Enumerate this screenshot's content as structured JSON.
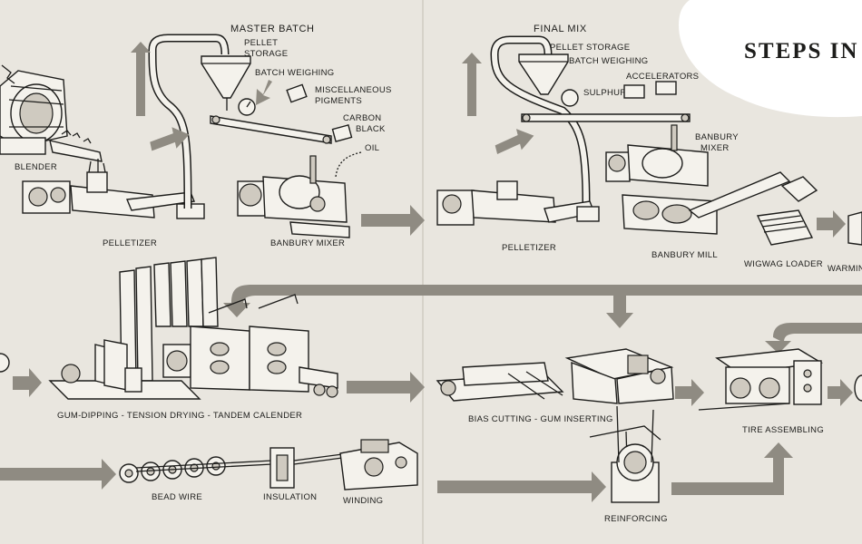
{
  "title": "STEPS IN",
  "sections": {
    "master_batch": "MASTER BATCH",
    "final_mix": "FINAL MIX"
  },
  "labels": {
    "blender": "BLENDER",
    "pelletizer_1": "PELLETIZER",
    "pellet_storage_1": [
      "PELLET",
      "STORAGE"
    ],
    "batch_weighing_1": "BATCH WEIGHING",
    "misc_pigments": [
      "MISCELLANEOUS",
      "PIGMENTS"
    ],
    "carbon_black": [
      "CARBON",
      "BLACK"
    ],
    "oil": "OIL",
    "banbury_mixer_1": "BANBURY MIXER",
    "pellet_storage_2": "PELLET STORAGE",
    "batch_weighing_2": "BATCH WEIGHING",
    "accelerators": "ACCELERATORS",
    "sulphur": "SULPHUR",
    "banbury_mixer_2": [
      "BANBURY",
      "MIXER"
    ],
    "pelletizer_2": "PELLETIZER",
    "banbury_mill": "BANBURY MILL",
    "wigwag_loader": "WIGWAG LOADER",
    "warming": "WARMIN",
    "gum_dipping": "GUM-DIPPING - TENSION DRYING - TANDEM CALENDER",
    "bias_cutting": "BIAS CUTTING - GUM INSERTING",
    "tire_assembling": "TIRE ASSEMBLING",
    "bead_wire": "BEAD WIRE",
    "insulation": "INSULATION",
    "winding": "WINDING",
    "reinforcing": "REINFORCING"
  },
  "colors": {
    "paper": "#e9e6df",
    "ink": "#1d1d1b",
    "arrow": "#8f8b82"
  }
}
